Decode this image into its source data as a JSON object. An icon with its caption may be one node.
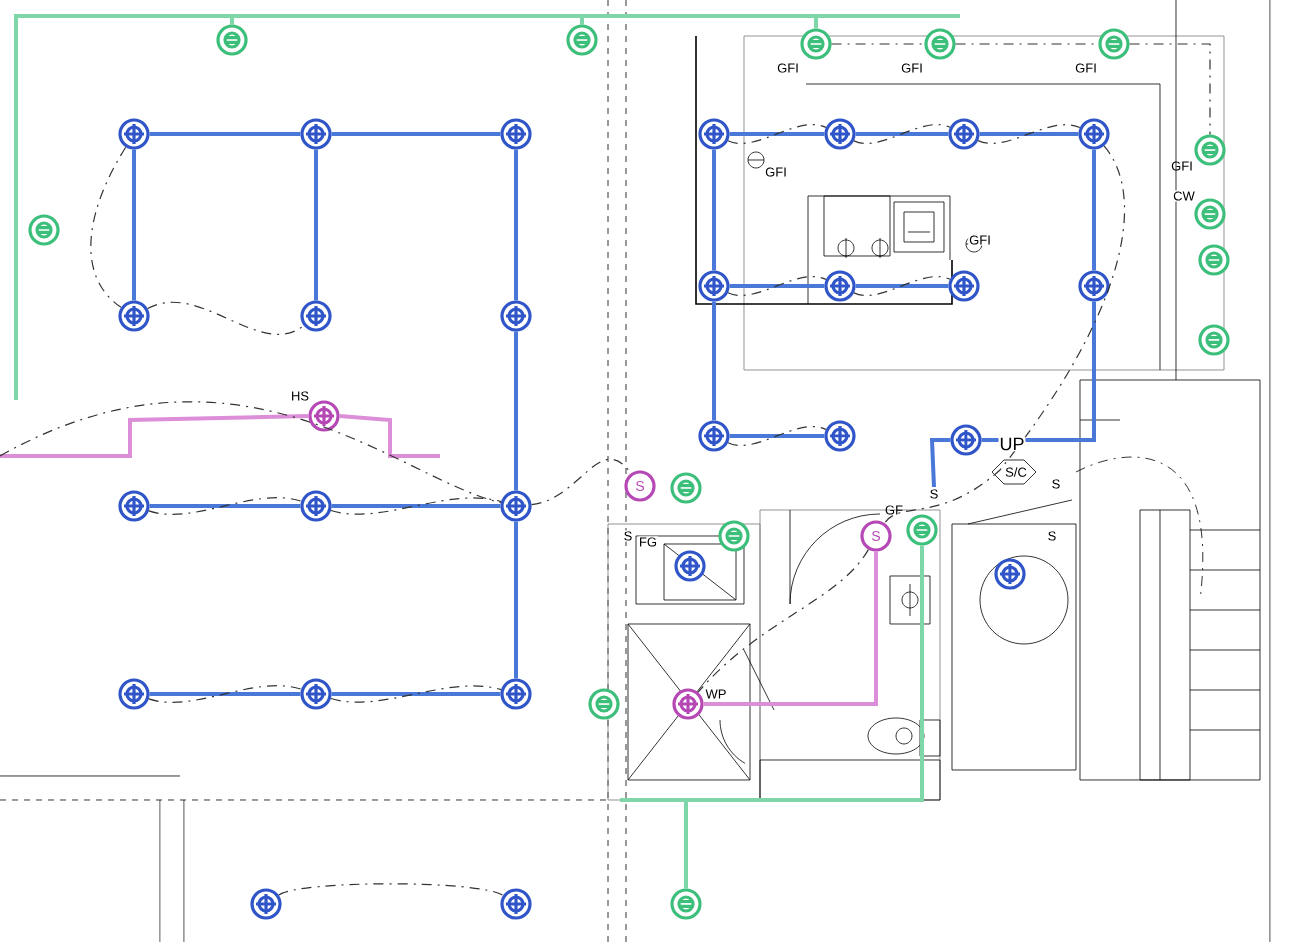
{
  "diagram": {
    "nodes": [
      {
        "text": [],
        "shape": "circle"
      },
      {
        "text": [],
        "shape": "circle"
      },
      {
        "text": [],
        "shape": "circle"
      },
      {
        "text": [],
        "shape": "circle"
      },
      {
        "text": [],
        "shape": "circle"
      },
      {
        "text": [],
        "shape": "circle"
      },
      {
        "text": [],
        "shape": "circle"
      },
      {
        "text": [],
        "shape": "circle"
      },
      {
        "text": [],
        "shape": "circle"
      },
      {
        "text": [],
        "shape": "circle"
      },
      {
        "text": [],
        "shape": "circle"
      },
      {
        "text": [],
        "shape": "circle"
      },
      {
        "text": [],
        "shape": "circle"
      },
      {
        "text": [],
        "shape": "circle"
      },
      {
        "text": [],
        "shape": "circle"
      },
      {
        "text": [],
        "shape": "circle"
      },
      {
        "text": [],
        "shape": "circle"
      },
      {
        "text": [],
        "shape": "circle"
      },
      {
        "text": [],
        "shape": "circle"
      },
      {
        "text": [],
        "shape": "circle"
      },
      {
        "text": [],
        "shape": "circle"
      },
      {
        "text": [],
        "shape": "circle"
      },
      {
        "text": [],
        "shape": "circle"
      },
      {
        "text": [],
        "shape": "circle"
      },
      {
        "text": [],
        "shape": "circle"
      },
      {
        "text": [],
        "shape": "circle"
      },
      {
        "text": [],
        "shape": "circle"
      },
      {
        "text": [],
        "shape": "circle"
      },
      {
        "text": [],
        "shape": "circle"
      },
      {
        "text": [],
        "shape": "circle",
        "beside": [
          "GFI"
        ]
      },
      {
        "text": [],
        "shape": "circle",
        "beside": [
          "GFI"
        ]
      },
      {
        "text": [],
        "shape": "circle",
        "beside": [
          "GFI"
        ]
      },
      {
        "text": [],
        "shape": "circle"
      },
      {
        "text": [],
        "shape": "circle",
        "beside": [
          "GFI"
        ]
      },
      {
        "text": [],
        "shape": "circle"
      },
      {
        "text": [],
        "shape": "circle"
      },
      {
        "text": [],
        "shape": "circle"
      },
      {
        "text": [],
        "shape": "circle"
      },
      {
        "text": [],
        "shape": "circle"
      },
      {
        "text": [],
        "shape": "circle",
        "beside": [
          "GF"
        ]
      },
      {
        "text": [],
        "shape": "circle"
      },
      {
        "text": [],
        "shape": "circle"
      },
      {
        "text": [],
        "shape": "circle",
        "beside": [
          "HS"
        ]
      },
      {
        "text": [
          "S"
        ]
      },
      {
        "text": [
          "S"
        ]
      },
      {
        "text": [],
        "shape": "circle",
        "beside": [
          "WP"
        ]
      },
      {
        "text": [
          "S"
        ]
      }
    ],
    "edges": [
      {
        "from": 0,
        "to": 1,
        "arrow": "none"
      },
      {
        "from": 1,
        "to": 2,
        "arrow": "none"
      },
      {
        "from": 0,
        "to": 3,
        "arrow": "none"
      },
      {
        "from": 1,
        "to": 4,
        "arrow": "none"
      },
      {
        "from": 2,
        "to": 5,
        "arrow": "none"
      },
      {
        "from": 5,
        "to": 8,
        "arrow": "none"
      },
      {
        "from": 8,
        "to": 11,
        "arrow": "none"
      },
      {
        "from": 6,
        "to": 7,
        "arrow": "none"
      },
      {
        "from": 7,
        "to": 8,
        "arrow": "none"
      },
      {
        "from": 9,
        "to": 10,
        "arrow": "none"
      },
      {
        "from": 10,
        "to": 11,
        "arrow": "none"
      },
      {
        "from": 14,
        "to": 15,
        "arrow": "none"
      },
      {
        "from": 15,
        "to": 16,
        "arrow": "none"
      },
      {
        "from": 16,
        "to": 17,
        "arrow": "none"
      },
      {
        "from": 14,
        "to": 18,
        "arrow": "none"
      },
      {
        "from": 17,
        "to": 21,
        "arrow": "none"
      },
      {
        "from": 18,
        "to": 19,
        "arrow": "none"
      },
      {
        "from": 19,
        "to": 20,
        "arrow": "none"
      },
      {
        "from": 18,
        "to": 22,
        "arrow": "none"
      },
      {
        "from": 22,
        "to": 23,
        "arrow": "none"
      },
      {
        "from": 21,
        "to": 24,
        "arrow": "none"
      },
      {
        "from": null,
        "to": 27,
        "arrow": "none",
        "color": "#7fd6a8"
      },
      {
        "from": 27,
        "to": 28,
        "arrow": "none",
        "color": "#7fd6a8"
      },
      {
        "from": 28,
        "to": 29,
        "arrow": "none",
        "color": "#7fd6a8"
      },
      {
        "from": 39,
        "to": 41,
        "arrow": "none",
        "color": "#7fd6a8"
      },
      {
        "from": null,
        "to": 42,
        "arrow": "none",
        "color": "#dc8fd8"
      },
      {
        "from": 44,
        "to": 45,
        "arrow": "none",
        "color": "#dc8fd8"
      },
      {
        "from": 24,
        "to": 46,
        "arrow": "none"
      },
      {
        "from": 42,
        "to": null,
        "arrow": "none",
        "color": "#dc8fd8"
      },
      {
        "from": 0,
        "to": 3,
        "arrow": "none",
        "style": "dashed",
        "color": "#333333"
      },
      {
        "from": 3,
        "to": 4,
        "arrow": "none",
        "style": "dashed",
        "color": "#333333"
      },
      {
        "from": null,
        "to": 8,
        "arrow": "none",
        "style": "dashed",
        "color": "#333333"
      },
      {
        "from": 8,
        "to": 43,
        "arrow": "none",
        "style": "dashed",
        "color": "#333333"
      },
      {
        "from": 6,
        "to": 7,
        "arrow": "none",
        "style": "dashed",
        "color": "#333333"
      },
      {
        "from": 7,
        "to": 8,
        "arrow": "none",
        "style": "dashed",
        "color": "#333333"
      },
      {
        "from": 9,
        "to": 10,
        "arrow": "none",
        "style": "dashed",
        "color": "#333333"
      },
      {
        "from": 10,
        "to": 11,
        "arrow": "none",
        "style": "dashed",
        "color": "#333333"
      },
      {
        "from": 12,
        "to": 13,
        "arrow": "none",
        "style": "dashed",
        "color": "#333333"
      },
      {
        "from": 14,
        "to": 15,
        "arrow": "none",
        "style": "dashed",
        "color": "#333333"
      },
      {
        "from": 15,
        "to": 16,
        "arrow": "none",
        "style": "dashed",
        "color": "#333333"
      },
      {
        "from": 16,
        "to": 17,
        "arrow": "none",
        "style": "dashed",
        "color": "#333333"
      },
      {
        "from": 18,
        "to": 19,
        "arrow": "none",
        "style": "dashed",
        "color": "#333333"
      },
      {
        "from": 19,
        "to": 20,
        "arrow": "none",
        "style": "dashed",
        "color": "#333333"
      },
      {
        "from": 22,
        "to": 23,
        "arrow": "none",
        "style": "dashed",
        "color": "#333333"
      },
      {
        "from": 17,
        "to": 44,
        "arrow": "none",
        "style": "dashed",
        "color": "#333333"
      },
      {
        "from": 44,
        "to": 45,
        "arrow": "none",
        "style": "dashed",
        "color": "#333333"
      },
      {
        "from": 29,
        "to": 30,
        "arrow": "none",
        "style": "dashed",
        "color": "#333333"
      },
      {
        "from": 30,
        "to": 31,
        "arrow": "none",
        "style": "dashed",
        "color": "#333333"
      },
      {
        "from": 31,
        "to": 33,
        "arrow": "none",
        "style": "dashed",
        "color": "#333333"
      }
    ],
    "labels": [
      "GFI",
      "GFI",
      "CW",
      "UP",
      "S/C",
      "FG",
      "S",
      "S",
      "S"
    ]
  }
}
